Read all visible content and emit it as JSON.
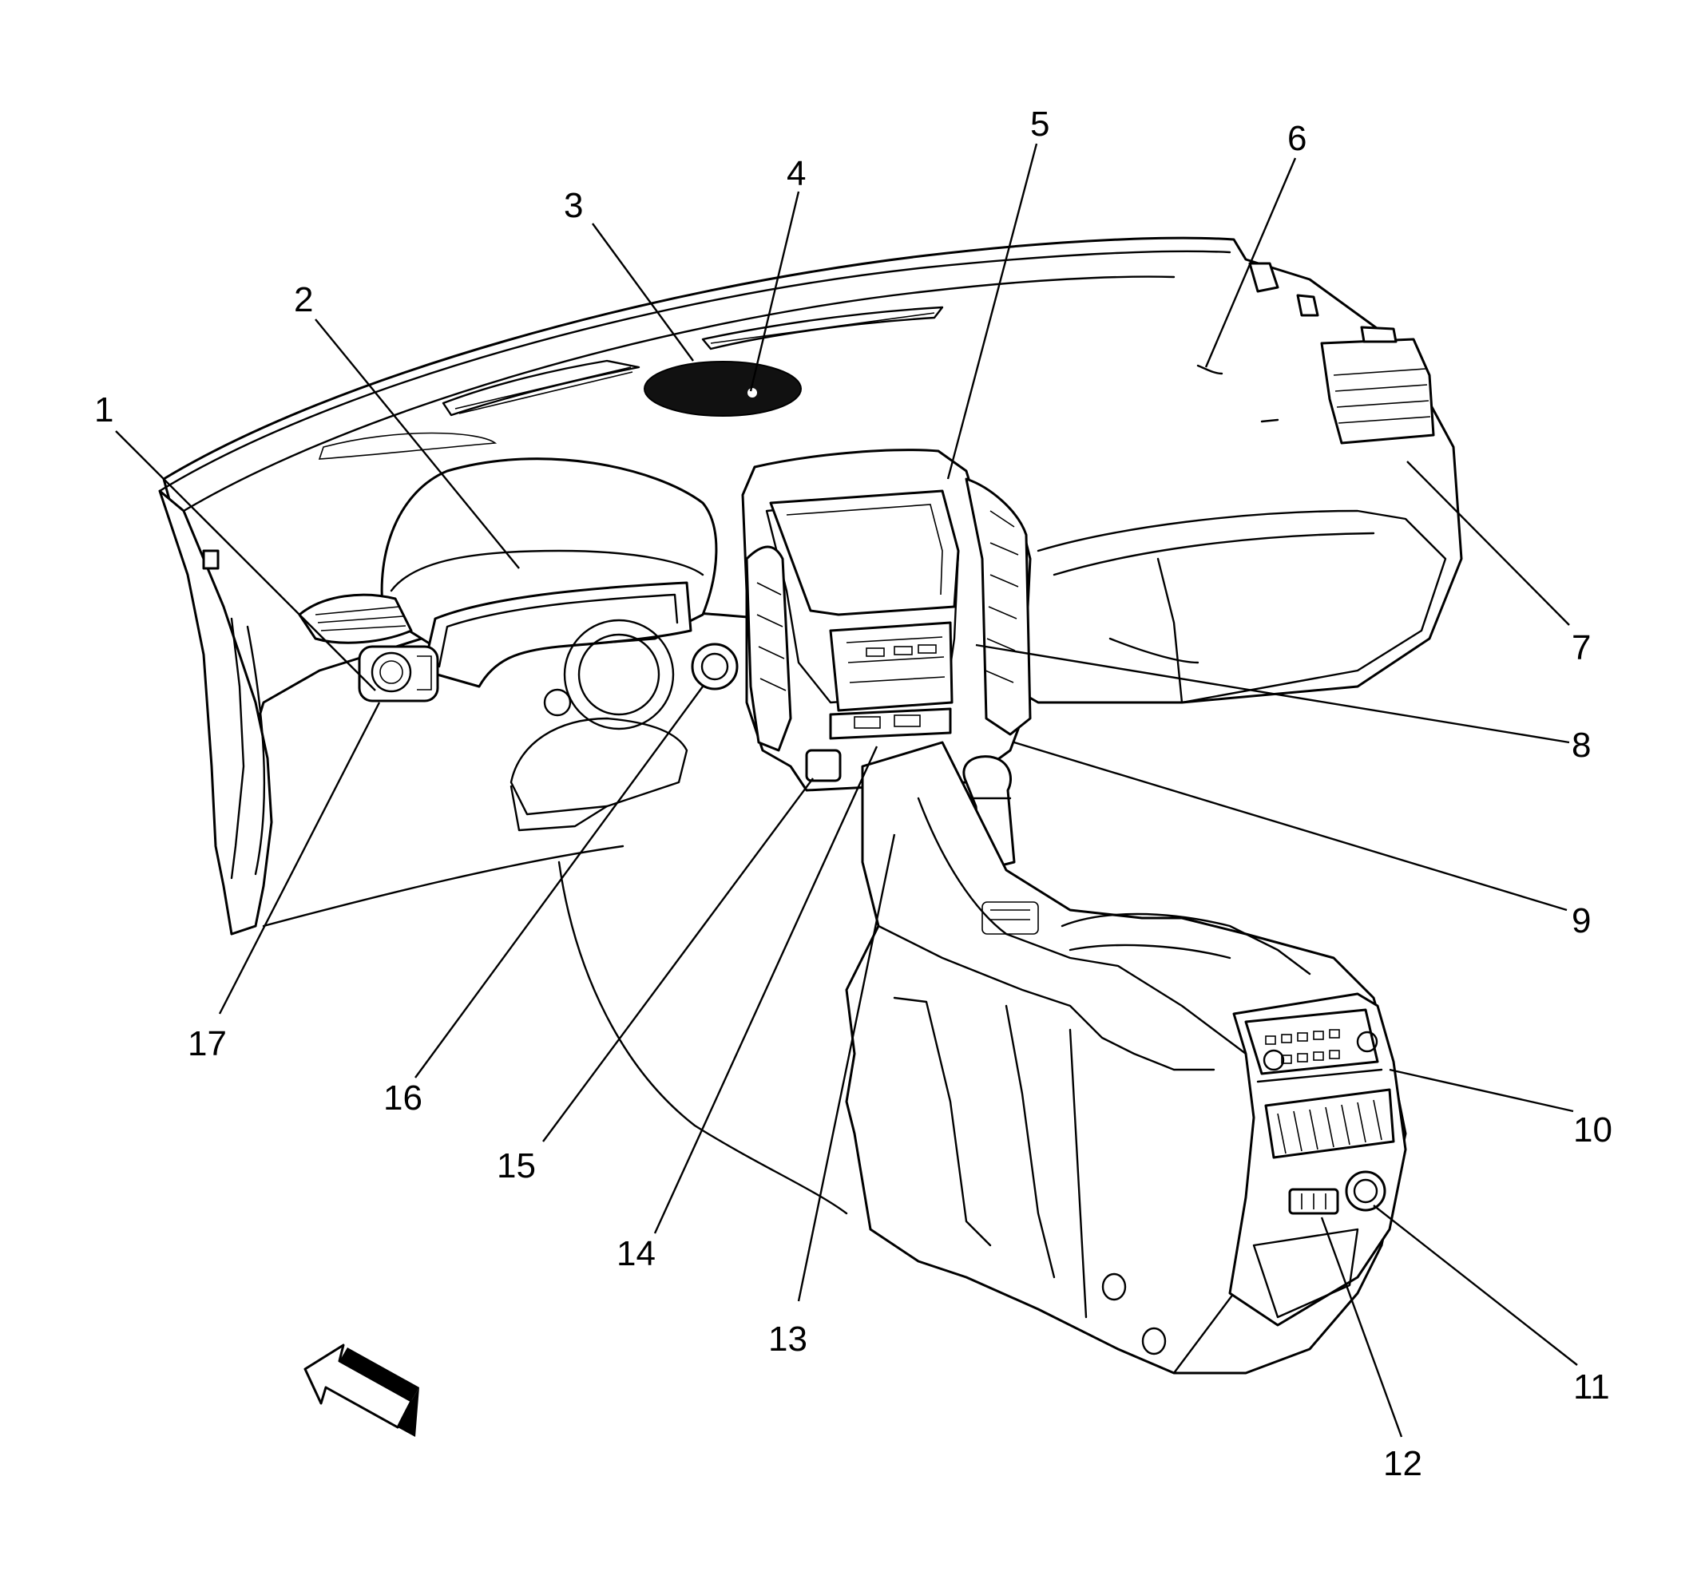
{
  "diagram": {
    "callouts": [
      {
        "id": 1,
        "label": "1"
      },
      {
        "id": 2,
        "label": "2"
      },
      {
        "id": 3,
        "label": "3"
      },
      {
        "id": 4,
        "label": "4"
      },
      {
        "id": 5,
        "label": "5"
      },
      {
        "id": 6,
        "label": "6"
      },
      {
        "id": 7,
        "label": "7"
      },
      {
        "id": 8,
        "label": "8"
      },
      {
        "id": 9,
        "label": "9"
      },
      {
        "id": 10,
        "label": "10"
      },
      {
        "id": 11,
        "label": "11"
      },
      {
        "id": 12,
        "label": "12"
      },
      {
        "id": 13,
        "label": "13"
      },
      {
        "id": 14,
        "label": "14"
      },
      {
        "id": 15,
        "label": "15"
      },
      {
        "id": 16,
        "label": "16"
      },
      {
        "id": 17,
        "label": "17"
      }
    ],
    "direction_arrow_icon": "forward-arrow-icon",
    "colors": {
      "line": "#000000",
      "background": "#ffffff"
    }
  }
}
